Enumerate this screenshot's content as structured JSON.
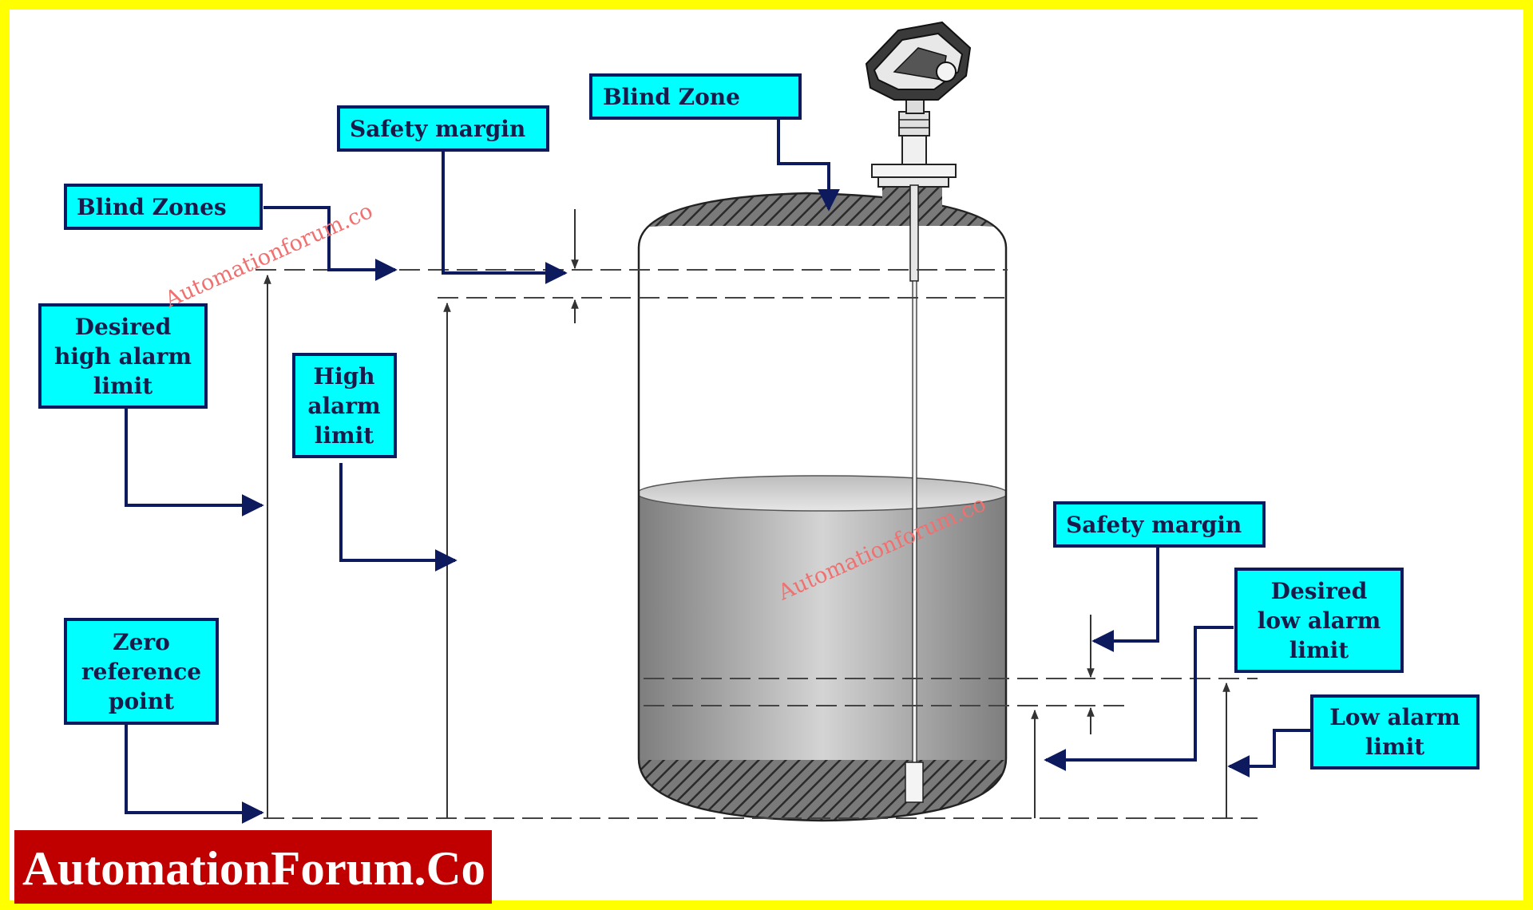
{
  "colors": {
    "frame": "#ffff00",
    "label_fill": "#00ffff",
    "label_border": "#0d1a5e",
    "leader": "#0d1a5e",
    "brand_bg": "#c00000",
    "watermark": "#f07070"
  },
  "labels": {
    "blind_zone": "Blind Zone",
    "safety_margin_top": "Safety margin",
    "blind_zones": "Blind Zones",
    "desired_high_alarm_limit": [
      "Desired",
      "high alarm",
      "limit"
    ],
    "high_alarm_limit": [
      "High",
      "alarm",
      "limit"
    ],
    "zero_reference_point": [
      "Zero",
      "reference",
      "point"
    ],
    "safety_margin_bottom": "Safety margin",
    "desired_low_alarm_limit": [
      "Desired",
      "low alarm",
      "limit"
    ],
    "low_alarm_limit": [
      "Low alarm",
      "limit"
    ]
  },
  "watermarks": [
    "Automationforum.co",
    "Automationforum.co"
  ],
  "brand": "AutomationForum.Co",
  "icons": [
    "level-transmitter-icon",
    "probe-rod-icon",
    "tank-icon"
  ]
}
